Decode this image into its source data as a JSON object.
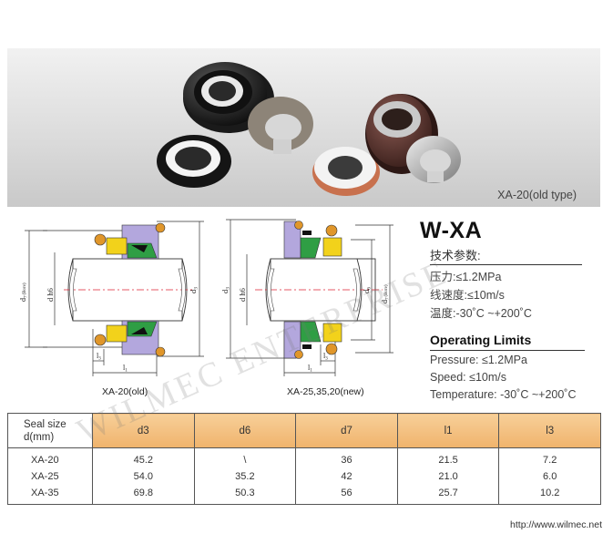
{
  "photo": {
    "caption": "XA-20(old type)"
  },
  "drawings": {
    "left": {
      "caption": "XA-20(old)",
      "labels": {
        "d7": "d",
        "d7_sub": "7",
        "d7_note": "(Bore)",
        "dh6": "d h6",
        "d3": "d",
        "d3_sub": "3",
        "l1": "l",
        "l1_sub": "1",
        "l3": "l",
        "l3_sub": "3"
      }
    },
    "right": {
      "caption": "XA-25,35,20(new)",
      "labels": {
        "d3": "d",
        "d3_sub": "3",
        "dh6": "d h6",
        "d6": "d",
        "d6_sub": "6",
        "d7": "d",
        "d7_sub": "7",
        "d7_note": "(Bore)",
        "l1": "l",
        "l1_sub": "1",
        "l3": "l",
        "l3_sub": "3"
      }
    }
  },
  "spec": {
    "model": "W-XA",
    "cn_heading": "技术参数:",
    "cn_lines": [
      "压力:≤1.2MPa",
      "线速度:≤10m/s",
      "温度:-30˚C ~+200˚C"
    ],
    "en_heading": "Operating Limits",
    "en_lines": [
      "Pressure:  ≤1.2MPa",
      "Speed:  ≤10m/s",
      "Temperature:  -30˚C ~+200˚C"
    ]
  },
  "table": {
    "header_first_line1": "Seal size",
    "header_first_line2": "d(mm)",
    "columns": [
      "d3",
      "d6",
      "d7",
      "l1",
      "l3"
    ],
    "rows": [
      [
        "XA-20",
        "45.2",
        "\\",
        "36",
        "21.5",
        "7.2"
      ],
      [
        "XA-25",
        "54.0",
        "35.2",
        "42",
        "21.0",
        "6.0"
      ],
      [
        "XA-35",
        "69.8",
        "50.3",
        "56",
        "25.7",
        "10.2"
      ]
    ]
  },
  "watermark": "WILMEC ENTERPRISE",
  "footer": {
    "url": "http://www.wilmec.net"
  },
  "colors": {
    "header_orange": "#f0b36c",
    "seal_green": "#2f9e44",
    "spring_yellow": "#f2d21b",
    "oring_orange": "#e0962a",
    "housing_purple": "#a79bd1"
  }
}
